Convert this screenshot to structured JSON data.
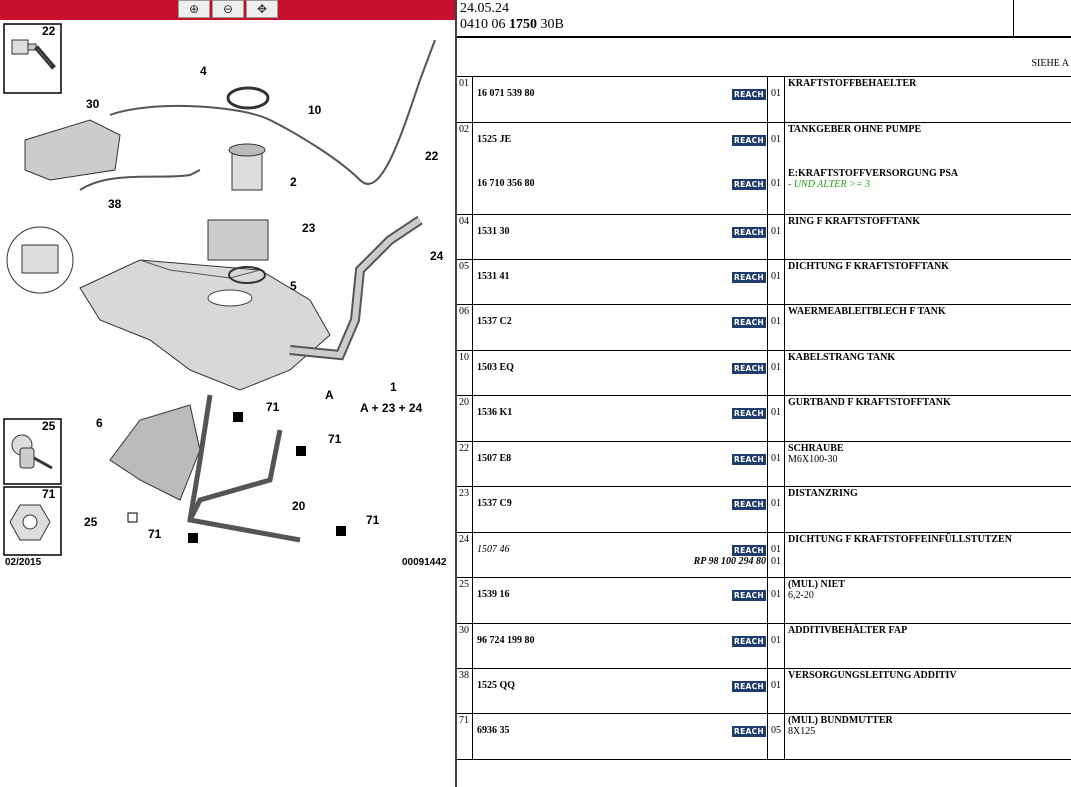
{
  "toolbar": {
    "zoom_in_icon": "zoom-in-icon",
    "zoom_out_icon": "zoom-out-icon",
    "pan_icon": "pan-icon",
    "accent": "#c8102e"
  },
  "diagram": {
    "inset_top_label": "22",
    "inset_25_label": "25",
    "inset_71_label": "71",
    "date_code": "02/2015",
    "diagram_id": "00091442",
    "callouts": {
      "c4": "4",
      "c10": "10",
      "c30": "30",
      "c2": "2",
      "c38": "38",
      "c22": "22",
      "c23": "23",
      "c24": "24",
      "c5": "5",
      "cA": "A",
      "c1": "1",
      "c1sum": "A + 23 + 24",
      "c6": "6",
      "c71a": "71",
      "c71b": "71",
      "c71c": "71",
      "c71d": "71",
      "c20": "20",
      "c25": "25"
    }
  },
  "header": {
    "date": "24.05.24",
    "code_a": "0410 06 ",
    "code_b": "1750",
    "code_c": " 30B",
    "siehe": "SIEHE A"
  },
  "parts": [
    {
      "pos": "01",
      "lines": [
        {
          "pn": "16 071 539 80",
          "reach": "REACH",
          "qty": "01",
          "desc": "KRAFTSTOFFBEHAELTER"
        }
      ]
    },
    {
      "pos": "02",
      "lines": [
        {
          "pn": "1525 JE",
          "reach": "REACH",
          "qty": "01",
          "desc": "TANKGEBER OHNE PUMPE"
        },
        {
          "pn": "16 710 356 80",
          "reach": "REACH",
          "qty": "01",
          "desc": "E:KRAFTSTOFFVERSORGUNG PSA",
          "sub": "- UND ALTER >= 3"
        }
      ]
    },
    {
      "pos": "04",
      "lines": [
        {
          "pn": "1531 30",
          "reach": "REACH",
          "qty": "01",
          "desc": "RING F KRAFTSTOFFTANK"
        }
      ]
    },
    {
      "pos": "05",
      "lines": [
        {
          "pn": "1531 41",
          "reach": "REACH",
          "qty": "01",
          "desc": "DICHTUNG F KRAFTSTOFFTANK"
        }
      ]
    },
    {
      "pos": "06",
      "lines": [
        {
          "pn": "1537 C2",
          "reach": "REACH",
          "qty": "01",
          "desc": "WAERMEABLEITBLECH F TANK"
        }
      ]
    },
    {
      "pos": "10",
      "lines": [
        {
          "pn": "1503 EQ",
          "reach": "REACH",
          "qty": "01",
          "desc": "KABELSTRANG TANK"
        }
      ]
    },
    {
      "pos": "20",
      "lines": [
        {
          "pn": "1536 K1",
          "reach": "REACH",
          "qty": "01",
          "desc": "GURTBAND F KRAFTSTOFFTANK"
        }
      ]
    },
    {
      "pos": "22",
      "lines": [
        {
          "pn": "1507 E8",
          "reach": "REACH",
          "qty": "01",
          "desc": "SCHRAUBE",
          "sub": "M6X100-30"
        }
      ]
    },
    {
      "pos": "23",
      "lines": [
        {
          "pn": "1537 C9",
          "reach": "REACH",
          "qty": "01",
          "desc": "DISTANZRING"
        }
      ]
    },
    {
      "pos": "24",
      "lines": [
        {
          "pn": "1507 46",
          "reach": "REACH",
          "qty": "01",
          "desc": "DICHTUNG F KRAFTSTOFFEINFÜLLSTUTZEN",
          "rp": "RP 98 100 294 80",
          "rp_qty": "01"
        }
      ]
    },
    {
      "pos": "25",
      "lines": [
        {
          "pn": "1539 16",
          "reach": "REACH",
          "qty": "01",
          "desc": "(MUL) NIET",
          "sub": "6,2-20"
        }
      ]
    },
    {
      "pos": "30",
      "lines": [
        {
          "pn": "96 724 199 80",
          "reach": "REACH",
          "qty": "01",
          "desc": "ADDITIVBEHÄLTER FAP"
        }
      ]
    },
    {
      "pos": "38",
      "lines": [
        {
          "pn": "1525 QQ",
          "reach": "REACH",
          "qty": "01",
          "desc": "VERSORGUNGSLEITUNG ADDITIV"
        }
      ]
    },
    {
      "pos": "71",
      "lines": [
        {
          "pn": "6936 35",
          "reach": "REACH",
          "qty": "05",
          "desc": "(MUL) BUNDMUTTER",
          "sub": "8X125"
        }
      ]
    }
  ]
}
